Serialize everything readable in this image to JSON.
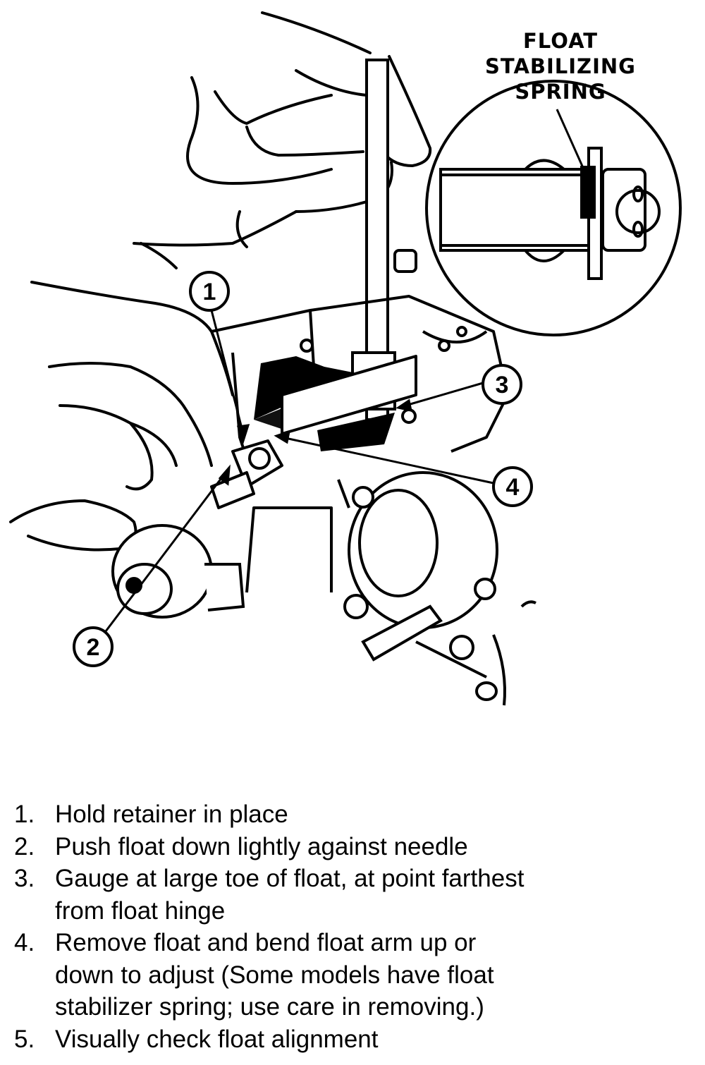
{
  "inset": {
    "title_lines": [
      "FLOAT",
      "STABILIZING",
      "SPRING"
    ]
  },
  "callouts": [
    "1",
    "2",
    "3",
    "4"
  ],
  "steps": [
    {
      "num": "1.",
      "lines": [
        "Hold retainer in place"
      ]
    },
    {
      "num": "2.",
      "lines": [
        "Push float down lightly against needle"
      ]
    },
    {
      "num": "3.",
      "lines": [
        "Gauge at large toe of float, at point farthest",
        "from float hinge"
      ]
    },
    {
      "num": "4.",
      "lines": [
        "Remove float and bend float arm up or",
        "down to adjust (Some models have float",
        "stabilizer spring; use care in removing.)"
      ]
    },
    {
      "num": "5.",
      "lines": [
        "Visually check float alignment"
      ]
    }
  ]
}
